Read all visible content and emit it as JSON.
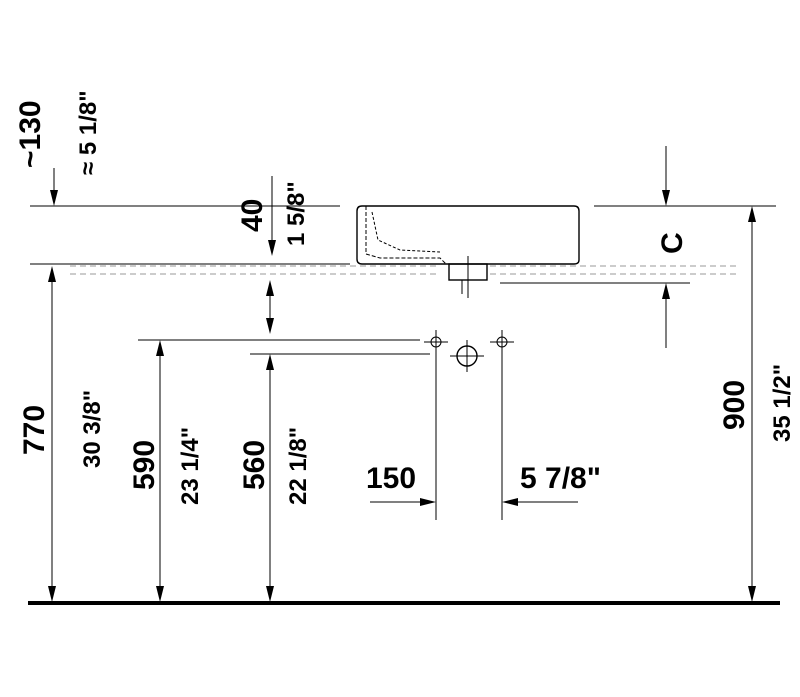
{
  "dims": {
    "overflow_mm": "~130",
    "overflow_in": "≈ 5 1/8\"",
    "basin_thickness_mm": "40",
    "basin_thickness_in": "1 5/8\"",
    "rim_height_mm": "770",
    "rim_height_in": "30 3/8\"",
    "supply_height_mm": "590",
    "supply_height_in": "23 1/4\"",
    "drain_height_mm": "560",
    "drain_height_in": "22 1/8\"",
    "supply_spacing_mm": "150",
    "supply_spacing_in": "5 7/8\"",
    "total_height_mm": "900",
    "total_height_in": "35 1/2\"",
    "variable_label": "C"
  }
}
